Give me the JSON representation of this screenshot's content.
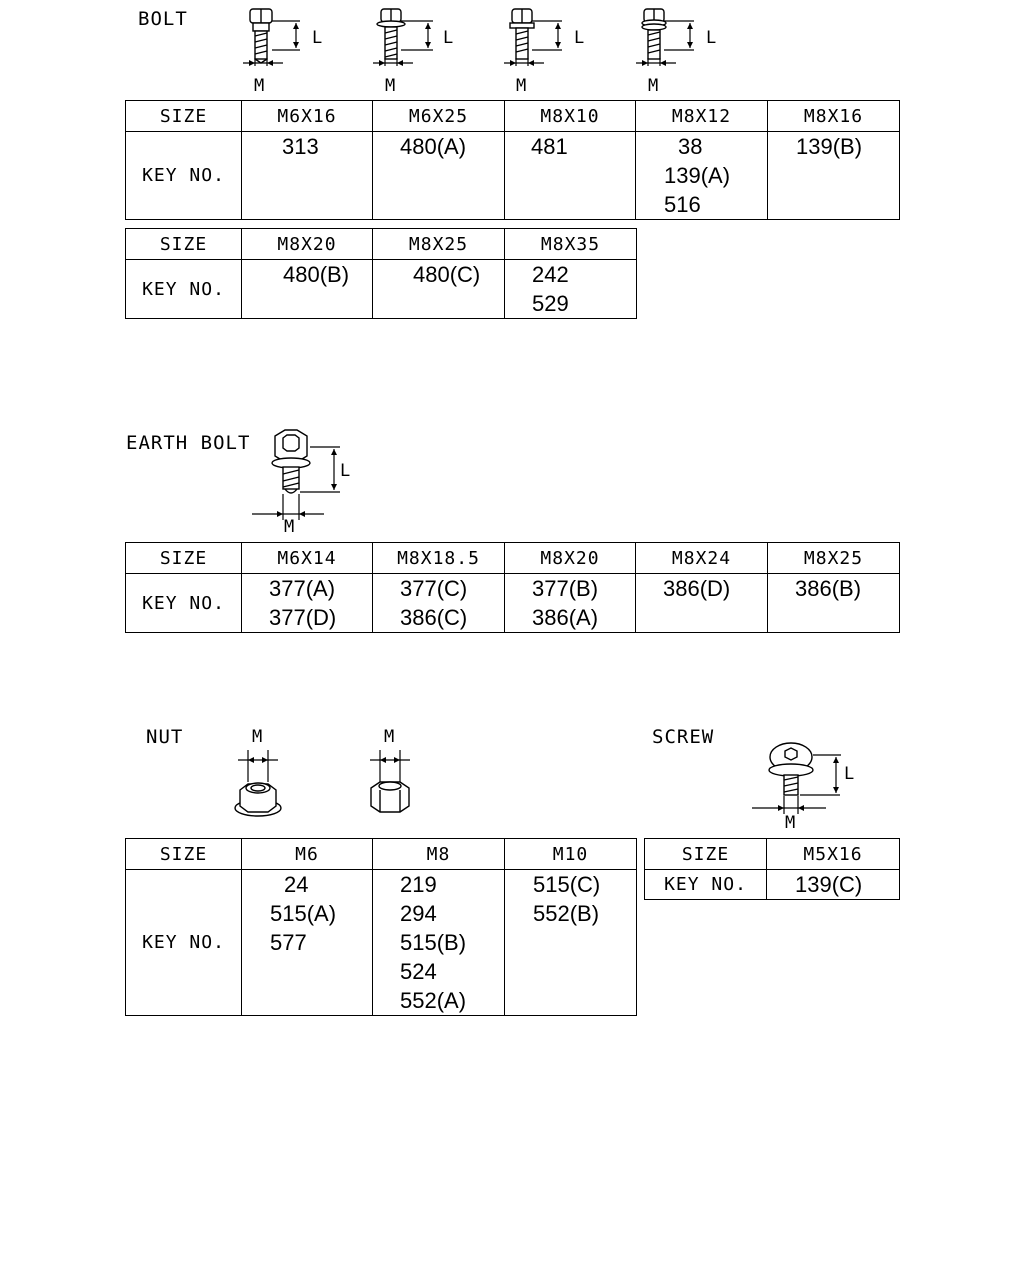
{
  "bolt": {
    "title": "BOLT",
    "dim_length": "L",
    "dim_diameter": "M",
    "table1": {
      "size_label": "SIZE",
      "key_label": "KEY NO.",
      "sizes": [
        "M6X16",
        "M6X25",
        "M8X10",
        "M8X12",
        "M8X16"
      ],
      "keys": [
        [
          "313"
        ],
        [
          "480(A)"
        ],
        [
          "481"
        ],
        [
          "38",
          "139(A)",
          "516"
        ],
        [
          "139(B)"
        ]
      ]
    },
    "table2": {
      "size_label": "SIZE",
      "key_label": "KEY NO.",
      "sizes": [
        "M8X20",
        "M8X25",
        "M8X35"
      ],
      "keys": [
        [
          "480(B)"
        ],
        [
          "480(C)"
        ],
        [
          "242",
          "529"
        ]
      ]
    }
  },
  "earth_bolt": {
    "title": "EARTH BOLT",
    "dim_length": "L",
    "dim_diameter": "M",
    "table": {
      "size_label": "SIZE",
      "key_label": "KEY NO.",
      "sizes": [
        "M6X14",
        "M8X18.5",
        "M8X20",
        "M8X24",
        "M8X25"
      ],
      "keys": [
        [
          "377(A)",
          "377(D)"
        ],
        [
          "377(C)",
          "386(C)"
        ],
        [
          "377(B)",
          "386(A)"
        ],
        [
          "386(D)"
        ],
        [
          "386(B)"
        ]
      ]
    }
  },
  "nut": {
    "title": "NUT",
    "dim_diameter": "M",
    "table": {
      "size_label": "SIZE",
      "key_label": "KEY NO.",
      "sizes": [
        "M6",
        "M8",
        "M10"
      ],
      "keys": [
        [
          "24",
          "515(A)",
          "577"
        ],
        [
          "219",
          "294",
          "515(B)",
          "524",
          "552(A)"
        ],
        [
          "515(C)",
          "552(B)"
        ]
      ]
    }
  },
  "screw": {
    "title": "SCREW",
    "dim_length": "L",
    "dim_diameter": "M",
    "table": {
      "size_label": "SIZE",
      "key_label": "KEY NO.",
      "sizes": [
        "M5X16"
      ],
      "keys": [
        [
          "139(C)"
        ]
      ]
    }
  }
}
